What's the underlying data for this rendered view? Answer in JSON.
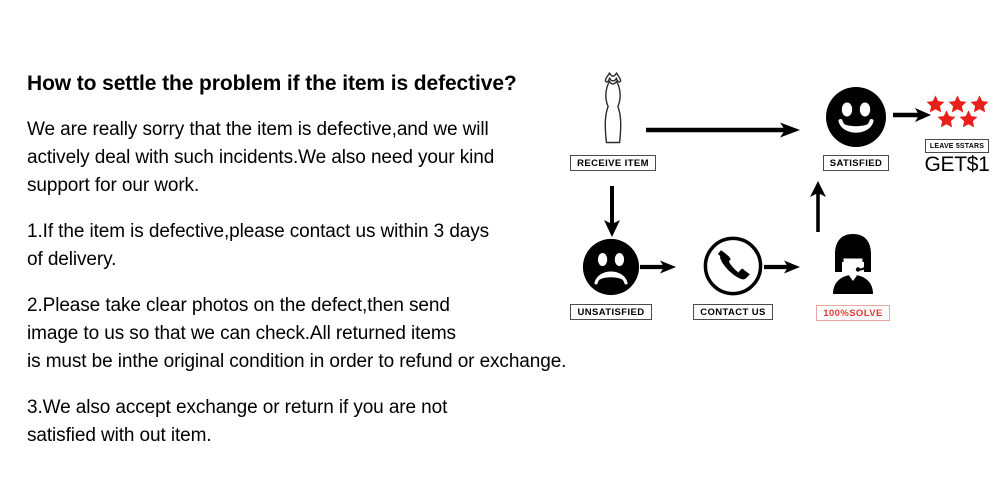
{
  "document": {
    "heading": "How to settle the problem if the item is defective?",
    "paragraphs": [
      {
        "id": "intro",
        "lines": [
          "We are really sorry that the item is defective,and we will",
          "actively deal with such incidents.We also need your kind",
          "support for our work."
        ]
      },
      {
        "id": "point-1",
        "lines": [
          "1.If the item is defective,please contact us within 3 days",
          "of delivery."
        ]
      },
      {
        "id": "point-2",
        "lines": [
          "2.Please take clear photos on the defect,then send",
          "image to us so that we can check.All returned items",
          "is must be inthe original condition in order to refund or exchange."
        ]
      },
      {
        "id": "point-3",
        "lines": [
          "3.We also accept exchange or return if you are not",
          "satisfied with out item."
        ]
      }
    ]
  },
  "flowchart": {
    "nodes": [
      {
        "id": "receive-item",
        "icon": "dress-icon",
        "caption": "RECEIVE ITEM"
      },
      {
        "id": "satisfied",
        "icon": "smiley-happy-icon",
        "caption": "SATISFIED"
      },
      {
        "id": "reward",
        "icon": "five-stars-icon",
        "caption": "LEAVE 5STARS",
        "reward_text": "GET$1",
        "star_count": 5
      },
      {
        "id": "unsatisfied",
        "icon": "smiley-sad-icon",
        "caption": "UNSATISFIED"
      },
      {
        "id": "contact-us",
        "icon": "phone-icon",
        "caption": "CONTACT US"
      },
      {
        "id": "solved",
        "icon": "support-agent-icon",
        "caption": "100%SOLVE"
      }
    ],
    "arrows": [
      {
        "id": "receive-to-satisfied",
        "direction": "right"
      },
      {
        "id": "satisfied-to-reward",
        "direction": "right"
      },
      {
        "id": "receive-to-unsatisfied",
        "direction": "down"
      },
      {
        "id": "unsatisfied-to-contact",
        "direction": "right"
      },
      {
        "id": "contact-to-solved",
        "direction": "right"
      },
      {
        "id": "solved-to-satisfied",
        "direction": "up"
      }
    ]
  },
  "colors": {
    "background": "#ffffff",
    "text": "#000000",
    "star_red": "#e8201c",
    "alert_red": "#e03a33",
    "alert_border": "#eba6a2",
    "caption_border": "#4a4a4a"
  }
}
